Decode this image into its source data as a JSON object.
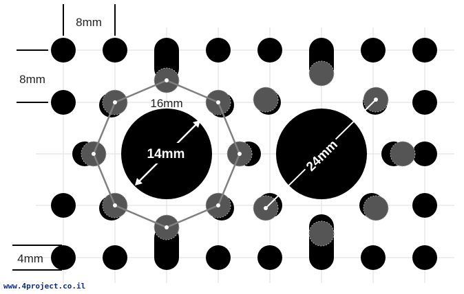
{
  "labels": {
    "pitch_h": "8mm",
    "pitch_v": "8mm",
    "hole_diameter": "4mm",
    "octagon": "16mm",
    "small_disc": "14mm",
    "large_disc": "24mm"
  },
  "footer": {
    "url": "www.4project.co.il"
  },
  "colors": {
    "hole": "#000000",
    "grey_hole": "#555555",
    "octagon_line": "#808080",
    "grid": "#dddddd",
    "footer_text": "#0b2c8a"
  }
}
